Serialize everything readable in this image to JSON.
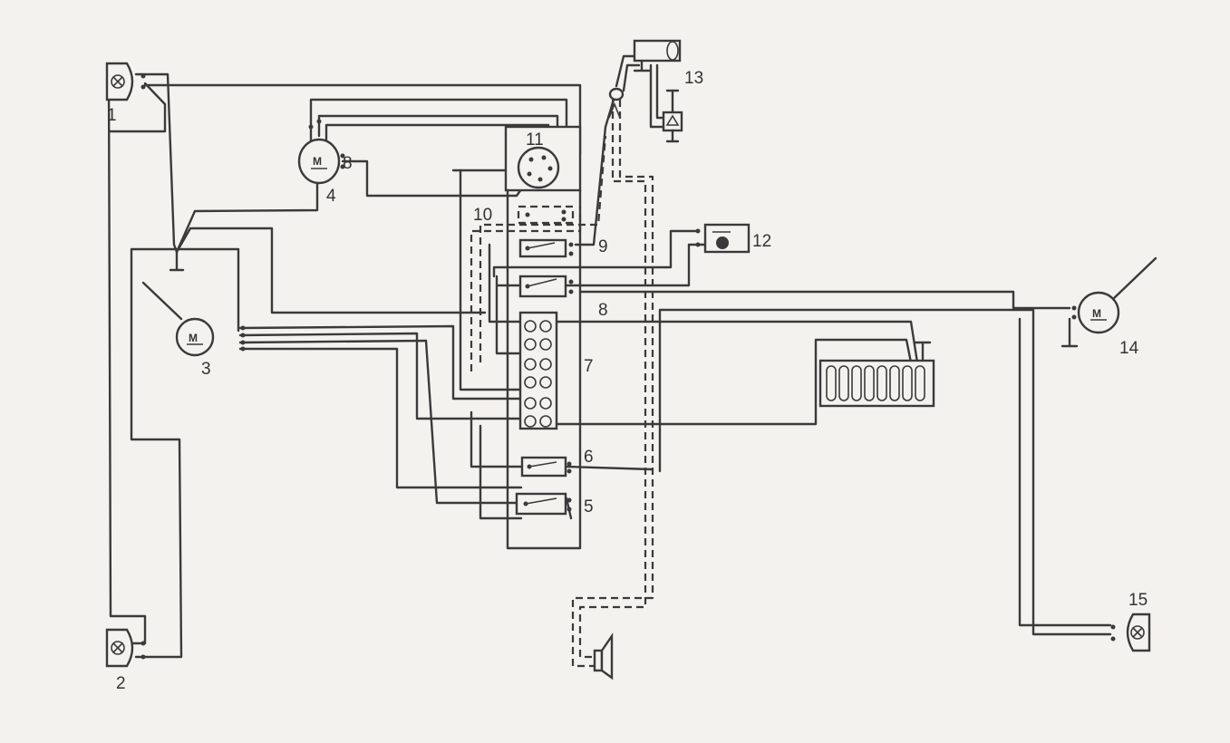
{
  "diagram": {
    "labels": {
      "n1": "1",
      "n2": "2",
      "n3": "3",
      "n4": "4",
      "n5": "5",
      "n6": "6",
      "n7": "7",
      "n8": "8",
      "n9": "9",
      "n10": "10",
      "n11": "11",
      "n12": "12",
      "n13": "13",
      "n14": "14",
      "n15": "15"
    },
    "motor_letter": "M"
  }
}
